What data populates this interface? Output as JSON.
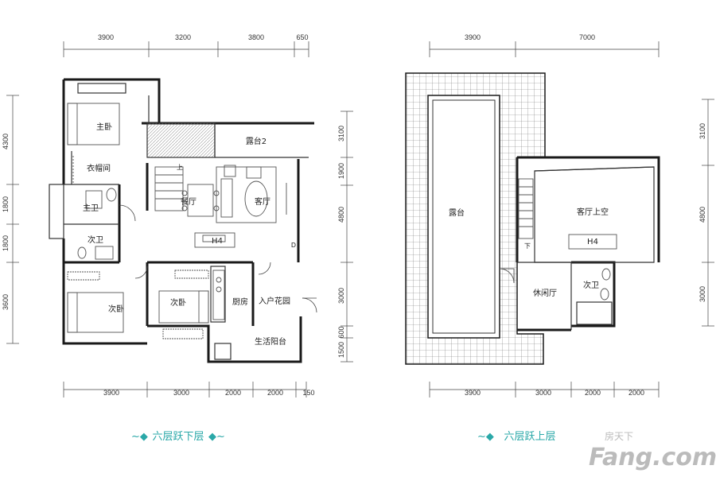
{
  "colors": {
    "caption": "#2aa8a8",
    "wall": "#1a1a1a",
    "watermark": "#bbbbbb"
  },
  "lower": {
    "caption": "六层跃下层",
    "top_dims": [
      "3900",
      "3200",
      "3800",
      "650"
    ],
    "bottom_dims": [
      "3900",
      "3000",
      "2000",
      "2000",
      "150"
    ],
    "left_dims": [
      "4300",
      "1800",
      "1800",
      "3600"
    ],
    "right_dims": [
      "3100",
      "1900",
      "4800",
      "3000",
      "600",
      "1500"
    ],
    "rooms": {
      "master_bedroom": "主卧",
      "closet": "衣帽间",
      "master_bath": "主卫",
      "second_bath": "次卫",
      "bedroom_a": "次卧",
      "bedroom_b": "次卧",
      "terrace2": "露台2",
      "dining": "餐厅",
      "living": "客厅",
      "kitchen": "厨房",
      "garden": "入户花园",
      "service_balcony": "生活阳台",
      "unit": "H4",
      "stair_up": "上",
      "marker": "D"
    }
  },
  "upper": {
    "caption": "六层跃上层",
    "top_dims": [
      "3900",
      "7000"
    ],
    "bottom_dims": [
      "3900",
      "3000",
      "2000",
      "2000"
    ],
    "right_dims": [
      "3100",
      "4800",
      "3000"
    ],
    "rooms": {
      "terrace": "露台",
      "living_void": "客厅上空",
      "leisure": "休闲厅",
      "second_bath": "次卫",
      "unit": "H4",
      "stair_down": "下"
    }
  },
  "watermark": {
    "brand": "Fang.com",
    "cn": "房天下"
  }
}
